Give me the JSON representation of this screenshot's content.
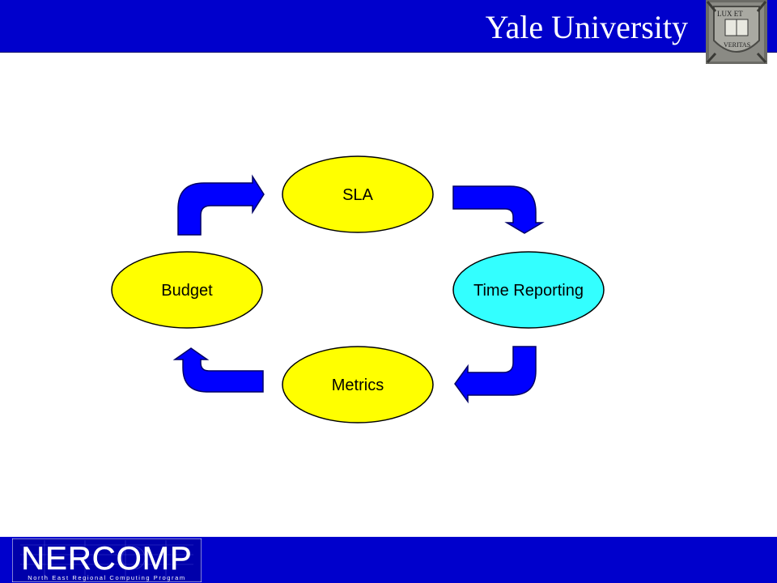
{
  "header": {
    "title": "Yale University"
  },
  "seal": {
    "lux_et": "LUX ET",
    "veritas": "VERITAS"
  },
  "footer": {
    "logo_text": "NERCOMP",
    "logo_subtitle": "North East Regional Computing Program"
  },
  "diagram": {
    "nodes": [
      {
        "id": "sla",
        "label": "SLA",
        "fill": "#ffff00"
      },
      {
        "id": "time-reporting",
        "label": "Time Reporting",
        "fill": "#33ffff"
      },
      {
        "id": "metrics",
        "label": "Metrics",
        "fill": "#ffff00"
      },
      {
        "id": "budget",
        "label": "Budget",
        "fill": "#ffff00"
      }
    ],
    "arrow_color": "#0000ff"
  },
  "colors": {
    "header_bg": "#0000cc",
    "footer_bg": "#0000cc",
    "title_text": "#ffffff"
  }
}
